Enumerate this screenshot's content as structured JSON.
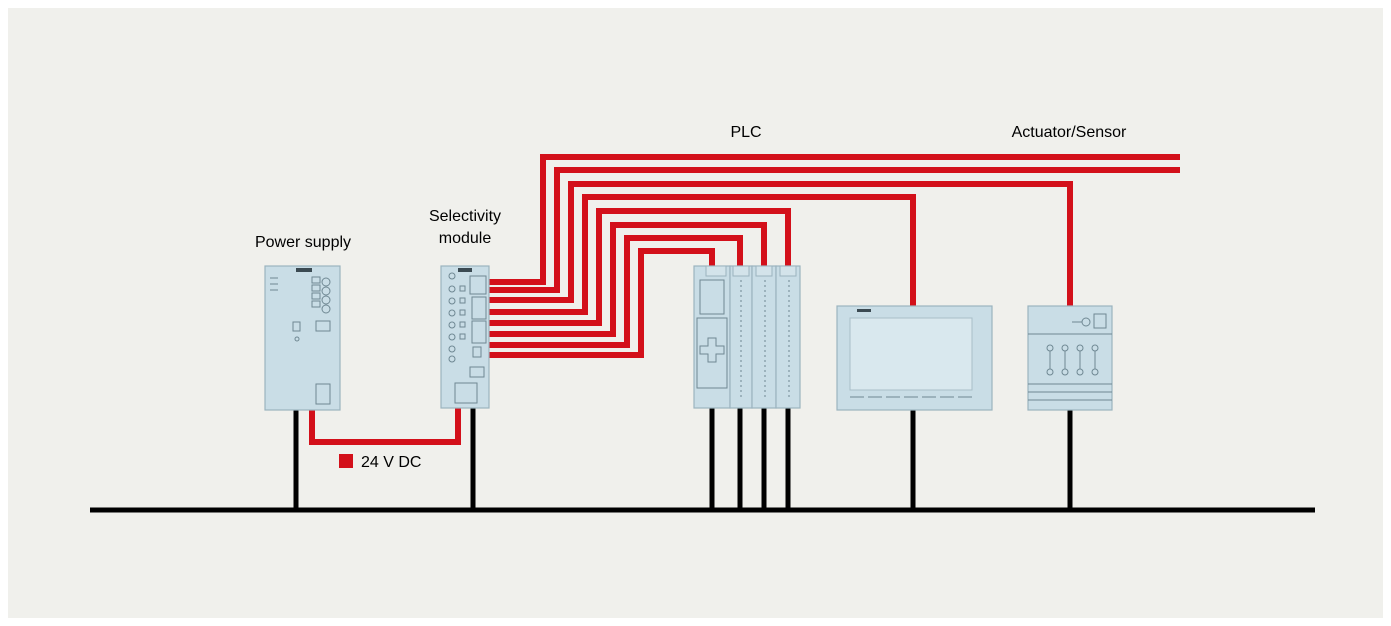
{
  "diagram": {
    "labels": {
      "power_supply": "Power supply",
      "selectivity_line1": "Selectivity",
      "selectivity_line2": "module",
      "plc": "PLC",
      "actuator_sensor": "Actuator/Sensor"
    },
    "legend": {
      "label": "24 V DC",
      "color": "#d3101a"
    },
    "colors": {
      "background": "#f0f0ec",
      "device": "#c9dde6",
      "power_line": "#d3101a",
      "bus": "#000000"
    }
  }
}
